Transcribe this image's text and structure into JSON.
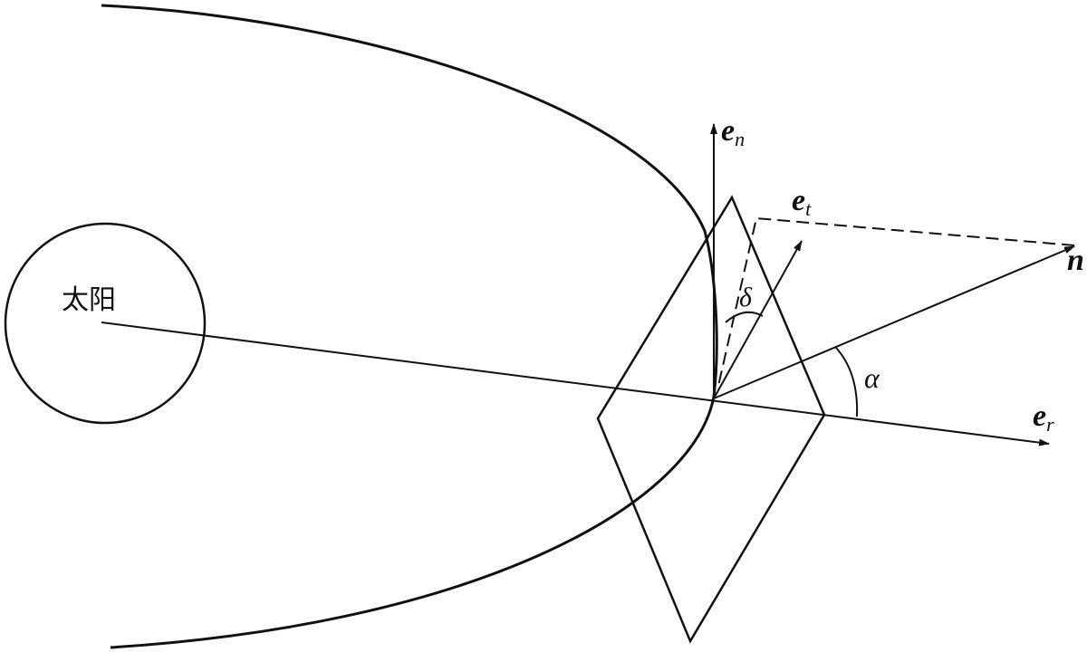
{
  "sun": {
    "label": "太阳"
  },
  "vectors": {
    "e_n": {
      "base": "e",
      "sub": "n"
    },
    "e_t": {
      "base": "e",
      "sub": "t"
    },
    "e_r": {
      "base": "e",
      "sub": "r"
    },
    "n": {
      "base": "n"
    }
  },
  "angles": {
    "alpha": "α",
    "delta": "δ"
  }
}
